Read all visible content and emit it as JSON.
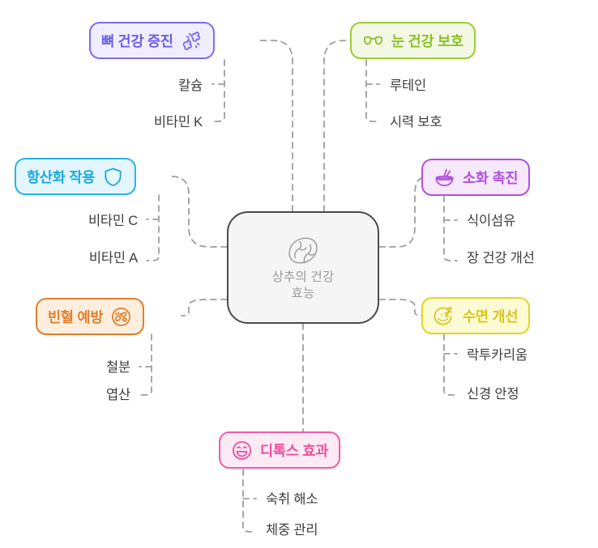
{
  "diagram": {
    "type": "mindmap",
    "title": "상추의 건강 효능",
    "center": {
      "label": "상추의 건강\n효능",
      "icon": "lettuce-icon",
      "border_color": "#4a4a4a",
      "fill_color": "#f5f5f5",
      "text_color": "#9a9a9a"
    },
    "connector_color": "#9e9e9e",
    "connector_style": "dashed",
    "branches": [
      {
        "id": "bone-health",
        "label": "뼈 건강 증진",
        "icon": "bone-icon",
        "icon_side": "right",
        "border_color": "#7c6cf0",
        "fill_color": "#f0eefe",
        "text_color": "#6b5ce7",
        "children": [
          "칼슘",
          "비타민 K"
        ]
      },
      {
        "id": "eye-health",
        "label": "눈 건강 보호",
        "icon": "glasses-icon",
        "icon_side": "left",
        "border_color": "#9acd32",
        "fill_color": "#f2f8e3",
        "text_color": "#8bc029",
        "children": [
          "루테인",
          "시력 보호"
        ]
      },
      {
        "id": "antioxidant",
        "label": "항산화 작용",
        "icon": "shield-icon",
        "icon_side": "right",
        "border_color": "#27b4e8",
        "fill_color": "#e3f6fd",
        "text_color": "#1ba9e0",
        "children": [
          "비타민 C",
          "비타민 A"
        ]
      },
      {
        "id": "digestion",
        "label": "소화 촉진",
        "icon": "bowl-icon",
        "icon_side": "left",
        "border_color": "#b44fe0",
        "fill_color": "#f7e9fc",
        "text_color": "#b050e0",
        "children": [
          "식이섬유",
          "장 건강 개선"
        ]
      },
      {
        "id": "anemia-prevention",
        "label": "빈혈 예방",
        "icon": "blood-cells-icon",
        "icon_side": "right",
        "border_color": "#e07f2e",
        "fill_color": "#fdeedd",
        "text_color": "#e07f2e",
        "children": [
          "철분",
          "엽산"
        ]
      },
      {
        "id": "sleep-improvement",
        "label": "수면 개선",
        "icon": "sleep-icon",
        "icon_side": "left",
        "border_color": "#e3d426",
        "fill_color": "#fdfbd4",
        "text_color": "#d4c61d",
        "children": [
          "락투카리움",
          "신경 안정"
        ]
      },
      {
        "id": "detox",
        "label": "디톡스 효과",
        "icon": "smiley-icon",
        "icon_side": "left",
        "border_color": "#ef5ca8",
        "fill_color": "#fdeaf4",
        "text_color": "#ee4fa0",
        "children": [
          "숙취 해소",
          "체중 관리"
        ]
      }
    ]
  }
}
